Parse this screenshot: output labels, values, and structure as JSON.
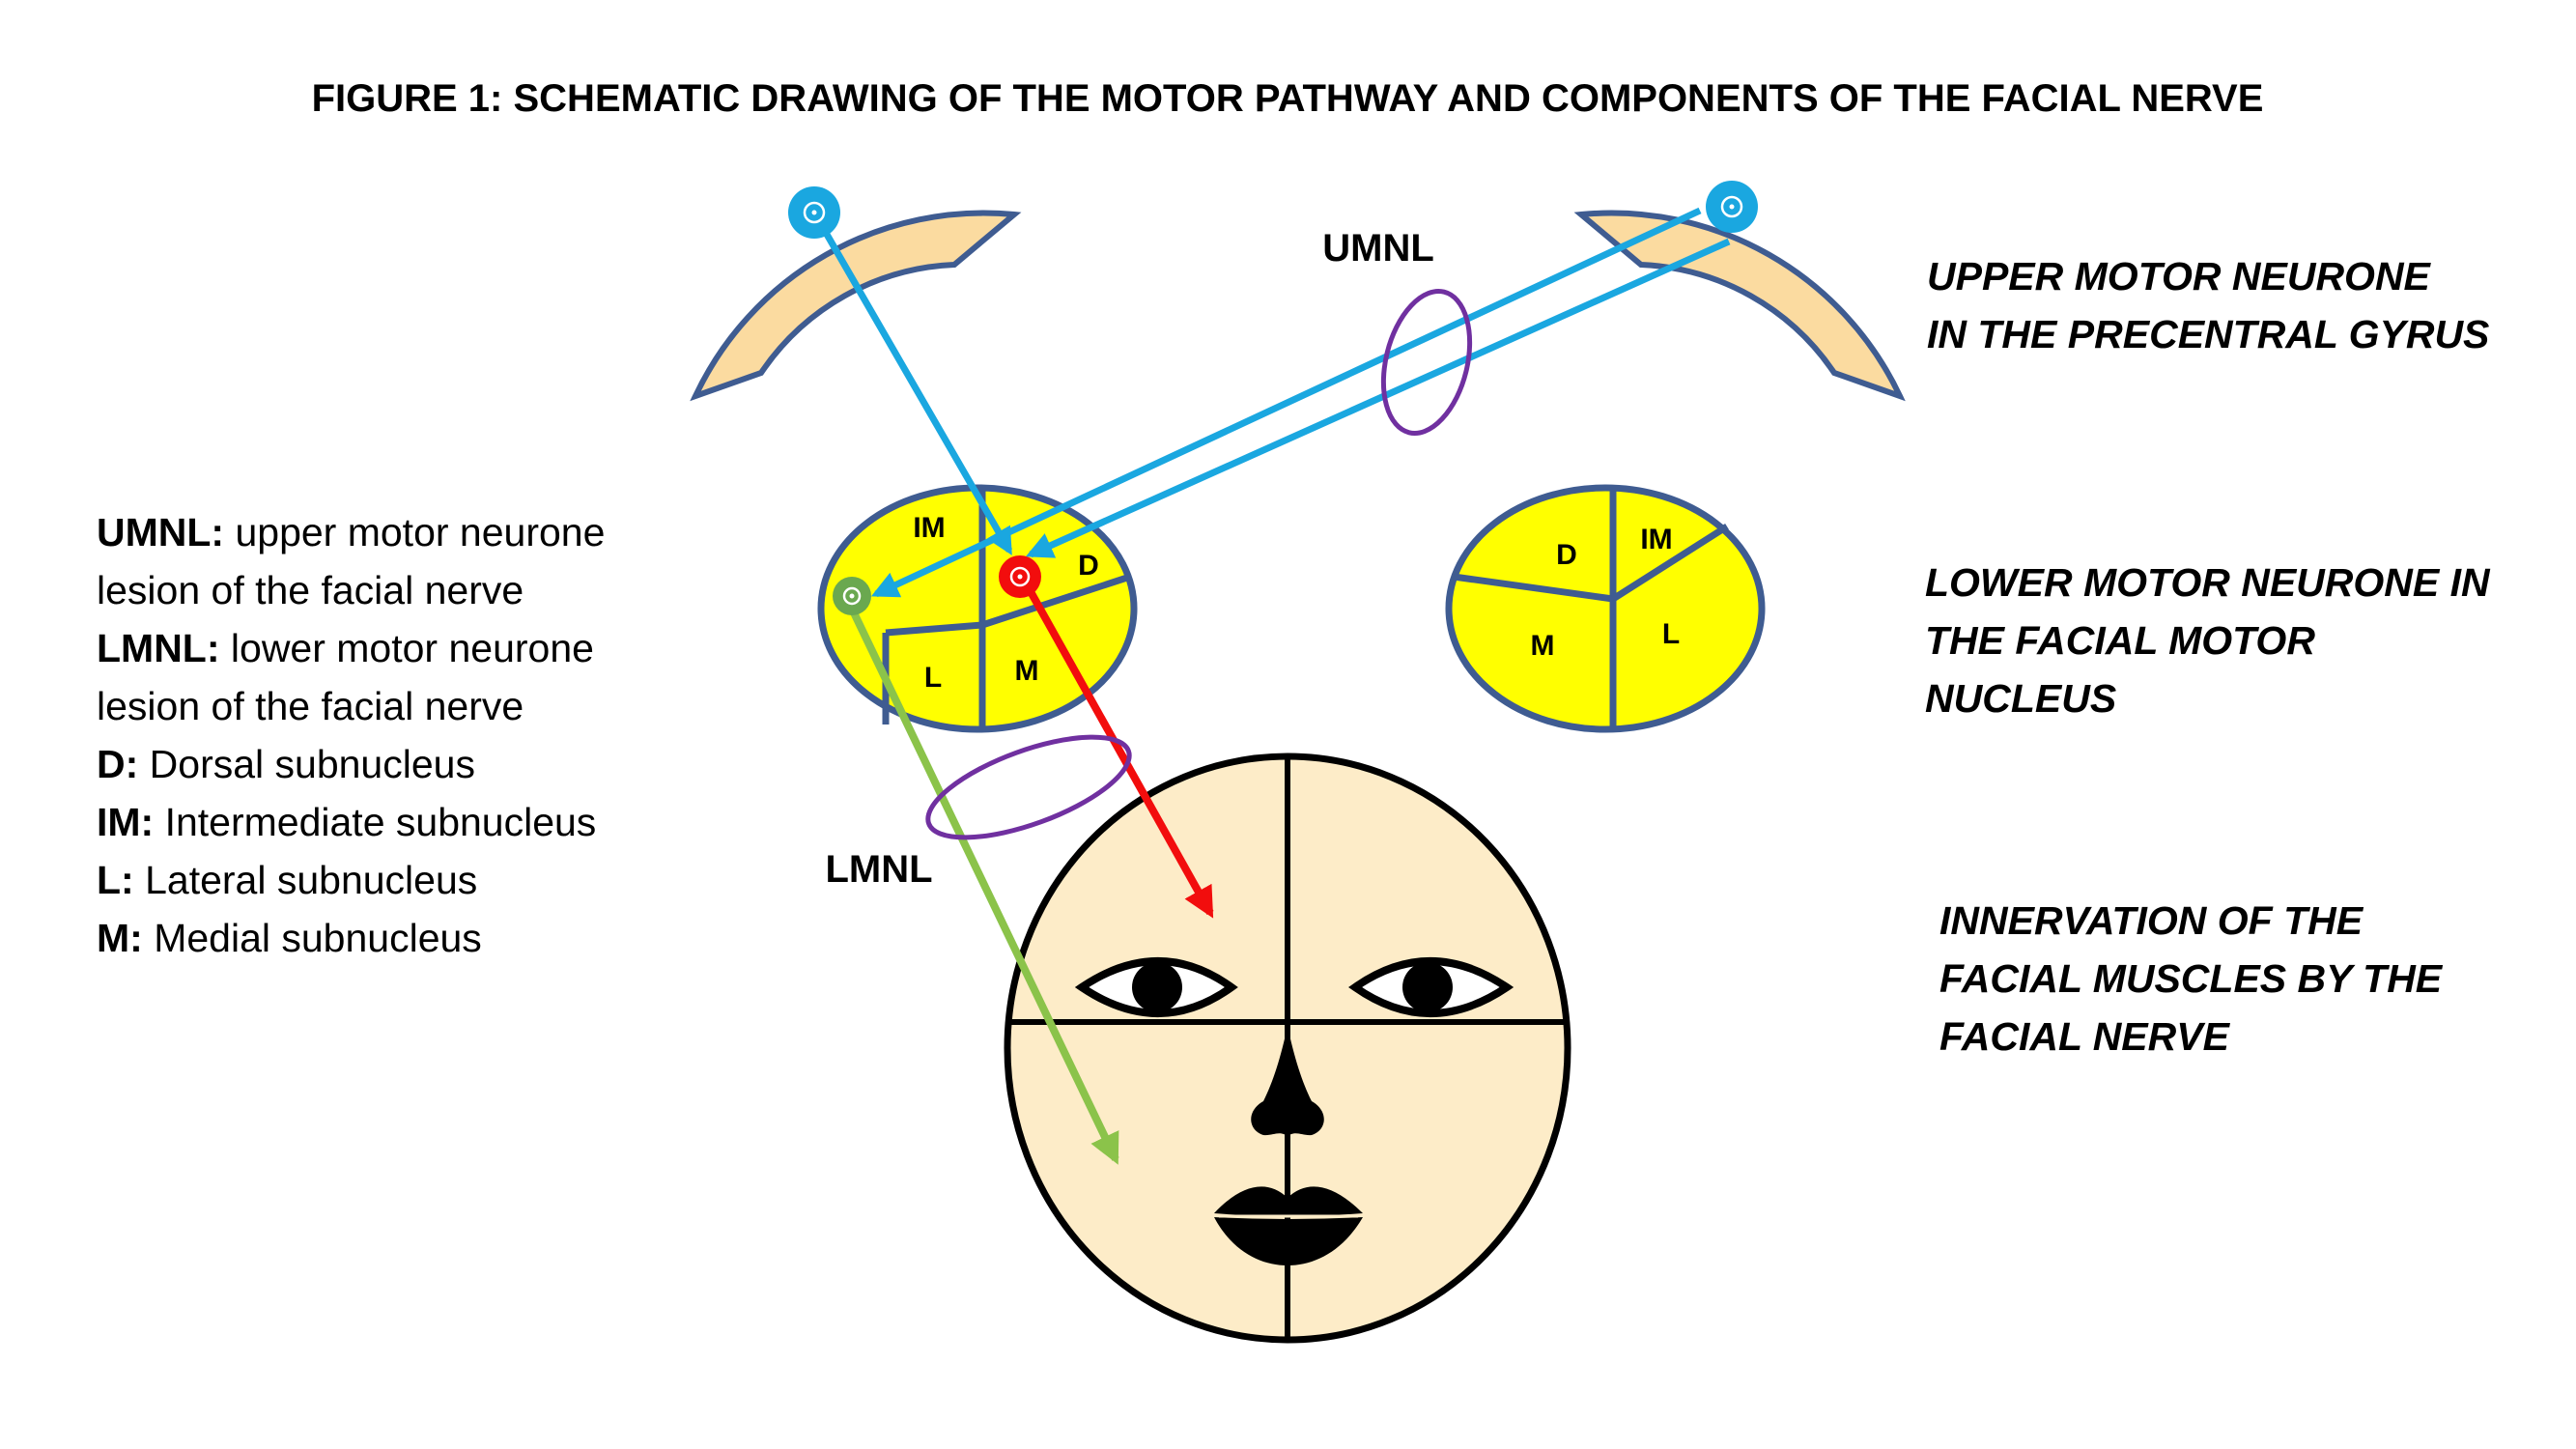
{
  "title": "FIGURE 1: SCHEMATIC DRAWING OF THE MOTOR PATHWAY AND COMPONENTS OF THE FACIAL NERVE",
  "lesion_labels": {
    "umnl": "UMNL",
    "lmnl": "LMNL"
  },
  "side_labels": {
    "upper": [
      "UPPER MOTOR NEURONE",
      "IN THE PRECENTRAL GYRUS"
    ],
    "lower": [
      "LOWER MOTOR NEURONE IN",
      "THE FACIAL MOTOR",
      "NUCLEUS"
    ],
    "innervation": [
      "INNERVATION OF THE",
      "FACIAL MUSCLES BY THE",
      "FACIAL NERVE"
    ]
  },
  "legend": [
    {
      "key": "UMNL:",
      "text": " upper motor neurone"
    },
    {
      "key": "",
      "text": "lesion of the facial nerve"
    },
    {
      "key": "LMNL:",
      "text": " lower motor neurone"
    },
    {
      "key": "",
      "text": "lesion of the facial nerve"
    },
    {
      "key": "D:",
      "text": " Dorsal subnucleus"
    },
    {
      "key": "IM:",
      "text": " Intermediate subnucleus"
    },
    {
      "key": "L:",
      "text": " Lateral subnucleus"
    },
    {
      "key": "M:",
      "text": " Medial subnucleus"
    }
  ],
  "left_nucleus": {
    "im": "IM",
    "d": "D",
    "l": "L",
    "m": "M"
  },
  "right_nucleus": {
    "d": "D",
    "im": "IM",
    "m": "M",
    "l": "L"
  },
  "colors": {
    "gyrus_fill": "#fbdba0",
    "outline": "#3f5c91",
    "nucleus_fill": "#ffff00",
    "face_fill": "#fdecc8",
    "blue_pathway": "#1aa7e0",
    "red_pathway": "#f20d0d",
    "green_pathway": "#8bc34a",
    "lesion_ring": "#7030a0"
  },
  "icons": [
    "upper-motor-neurone-cell-icon",
    "lower-motor-neurone-cell-icon",
    "eye-icon",
    "nose-icon",
    "lips-icon"
  ]
}
